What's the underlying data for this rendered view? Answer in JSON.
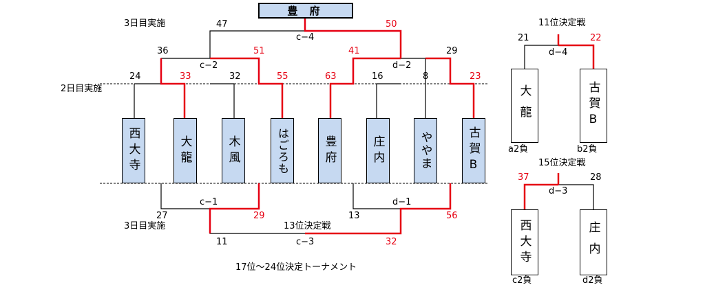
{
  "champion": "豊 府",
  "day_labels": {
    "day3_top": "3日目実施",
    "day2": "2日目実施",
    "day3_bottom": "3日目実施"
  },
  "teams": [
    "西大寺",
    "大龍",
    "木風",
    "はごろも",
    "豊府",
    "庄内",
    "ややま",
    "古賀B"
  ],
  "upper_bracket": {
    "r1_scores": [
      "24",
      "33",
      "32",
      "55",
      "63",
      "16",
      "8",
      "23"
    ],
    "semi": {
      "c2_left": "36",
      "c2_right": "51",
      "d2_left": "41",
      "d2_right": "29",
      "c2_label": "c−2",
      "d2_label": "d−2"
    },
    "final": {
      "left": "47",
      "right": "50",
      "label": "c−4"
    }
  },
  "lower_bracket": {
    "c1": {
      "left": "27",
      "right": "29",
      "label": "c−1"
    },
    "d1": {
      "left": "13",
      "right": "56",
      "label": "d−1"
    },
    "final": {
      "title": "13位決定戦",
      "left": "11",
      "right": "32",
      "label": "c−3"
    }
  },
  "tournament_title": "17位〜24位決定トーナメント",
  "match_11": {
    "title": "11位決定戦",
    "left": "21",
    "right": "22",
    "label": "d−4",
    "left_team": "大龍",
    "right_team": "古賀B",
    "left_sub": "a2負",
    "right_sub": "b2負"
  },
  "match_15": {
    "title": "15位決定戦",
    "left": "37",
    "right": "28",
    "label": "d−3",
    "left_team": "西大寺",
    "right_team": "庄内",
    "left_sub": "c2負",
    "right_sub": "d2負"
  },
  "colors": {
    "win": "#e60012",
    "line": "#000000",
    "box_fill": "#c6d9f1"
  }
}
